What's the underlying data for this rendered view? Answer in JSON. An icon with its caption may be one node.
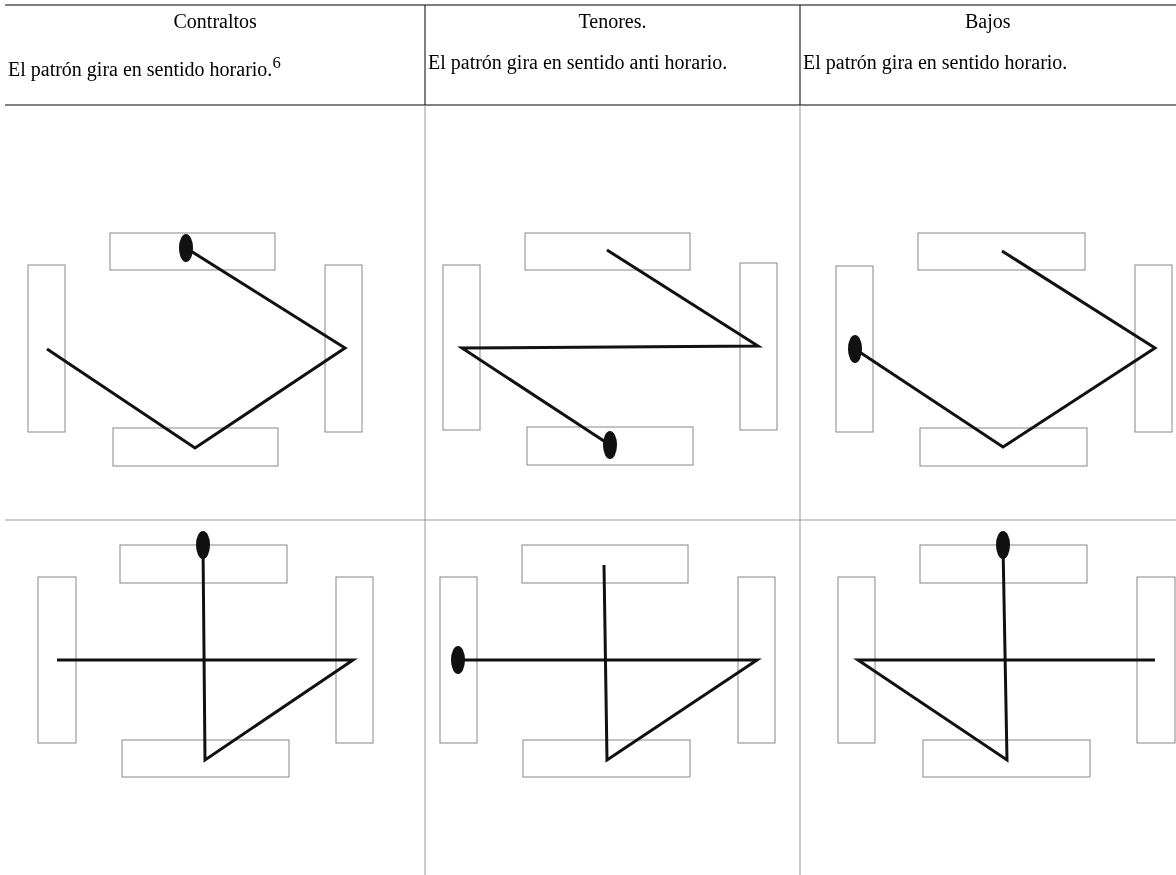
{
  "diagram": {
    "labels": [
      "Contraltos",
      "Tenores.",
      "Bajos",
      "El patrón gira en sentido horario.$^{6}$",
      "El patrón gira en sentido anti horario.",
      "El patrón gira en sentido horario."
    ]
  }
}
